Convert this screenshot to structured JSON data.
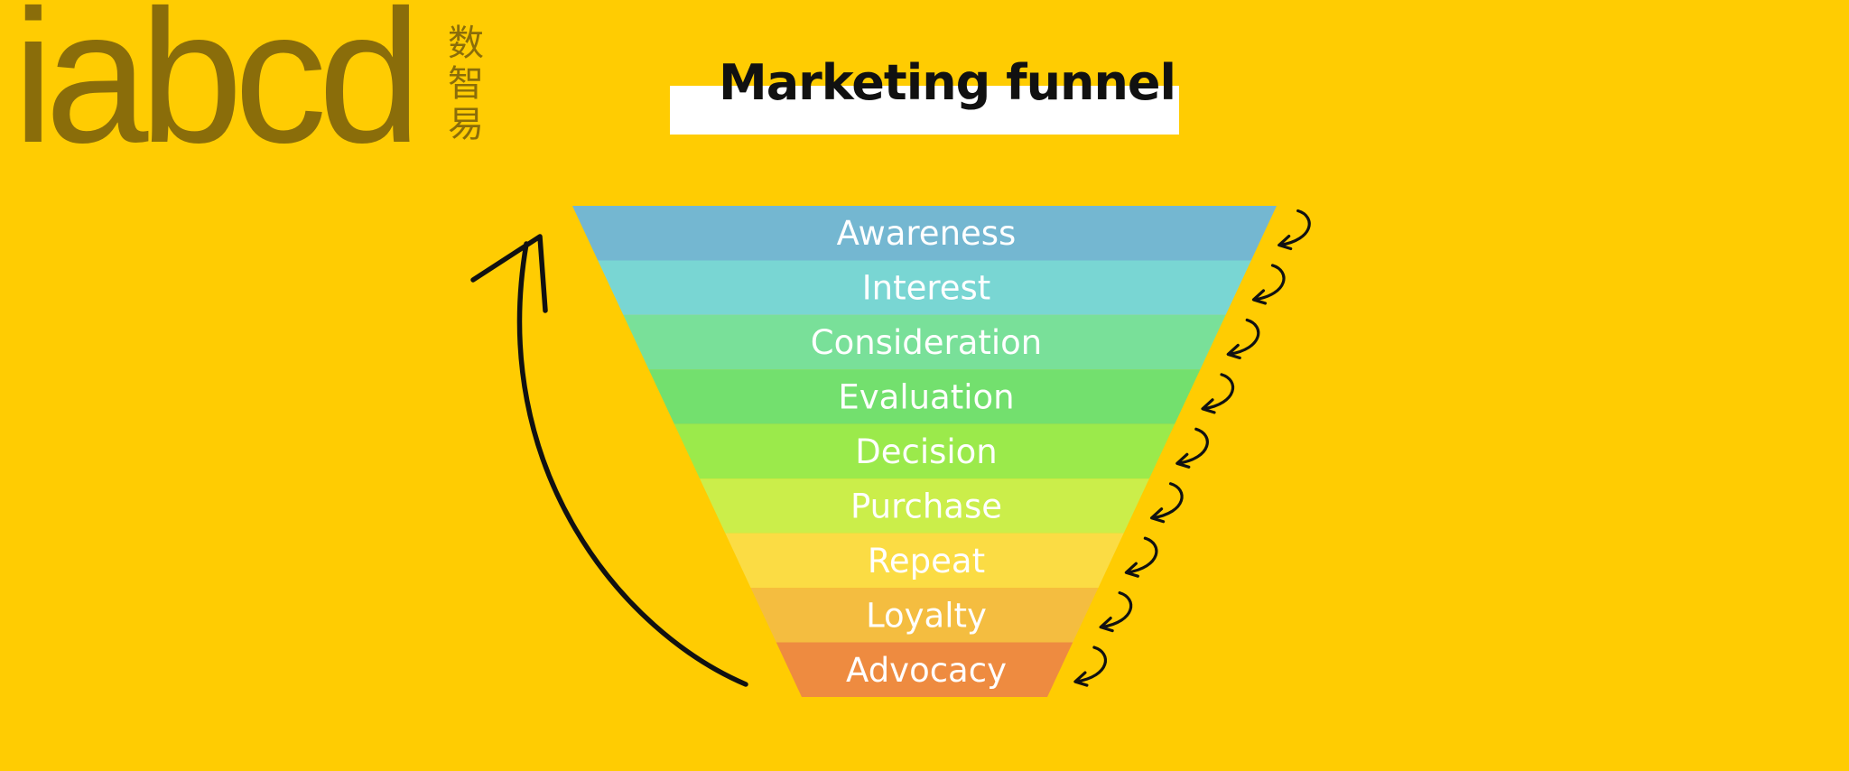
{
  "logo": {
    "wordmark": "iabcd",
    "cjk": [
      "数",
      "智",
      "易"
    ],
    "color": "#8A6D0A"
  },
  "title": "Marketing funnel",
  "colors": {
    "background": "#FFCC02",
    "title_bar": "#FFFFFF",
    "arrow": "#111111"
  },
  "stages": [
    {
      "label": "Awareness",
      "color": "#74B7D1"
    },
    {
      "label": "Interest",
      "color": "#79D6D3"
    },
    {
      "label": "Consideration",
      "color": "#79E099"
    },
    {
      "label": "Evaluation",
      "color": "#73E06E"
    },
    {
      "label": "Decision",
      "color": "#9BEA4B"
    },
    {
      "label": "Purchase",
      "color": "#CBEE4A"
    },
    {
      "label": "Repeat",
      "color": "#FBDC44"
    },
    {
      "label": "Loyalty",
      "color": "#F4BD40"
    },
    {
      "label": "Advocacy",
      "color": "#EE8B40"
    }
  ]
}
